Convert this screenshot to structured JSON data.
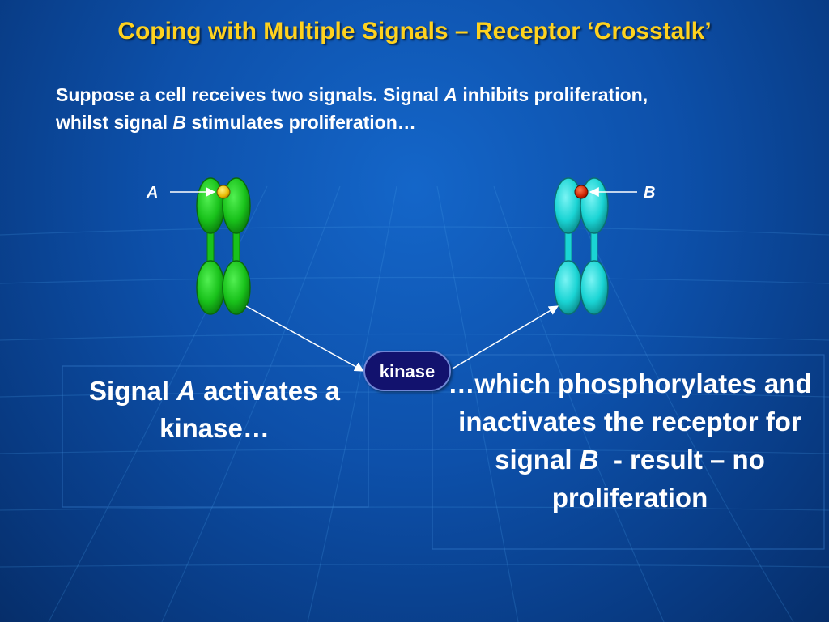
{
  "slide": {
    "title": "Coping with Multiple Signals – Receptor ‘Crosstalk’",
    "intro": {
      "p1": "Suppose a cell receives two signals. Signal ",
      "a": "A",
      "p2": " inhibits proliferation, whilst signal ",
      "b": "B",
      "p3": " stimulates proliferation…"
    }
  },
  "diagram": {
    "label_a": "A",
    "label_b": "B",
    "kinase": "kinase",
    "colors": {
      "receptor_a": "#19c21b",
      "receptor_b": "#1ad4d4",
      "ligand_a": "#e8b800",
      "ligand_b": "#cc2200",
      "kinase_fill": "#12126e",
      "title": "#ffd21e"
    }
  },
  "text_left": {
    "p1": "Signal ",
    "a": "A",
    "p2": " activates a kinase…"
  },
  "text_right": {
    "p1": "…which phosphorylates and inactivates the receptor for signal ",
    "b": "B",
    "p2": "  - result – no proliferation"
  }
}
